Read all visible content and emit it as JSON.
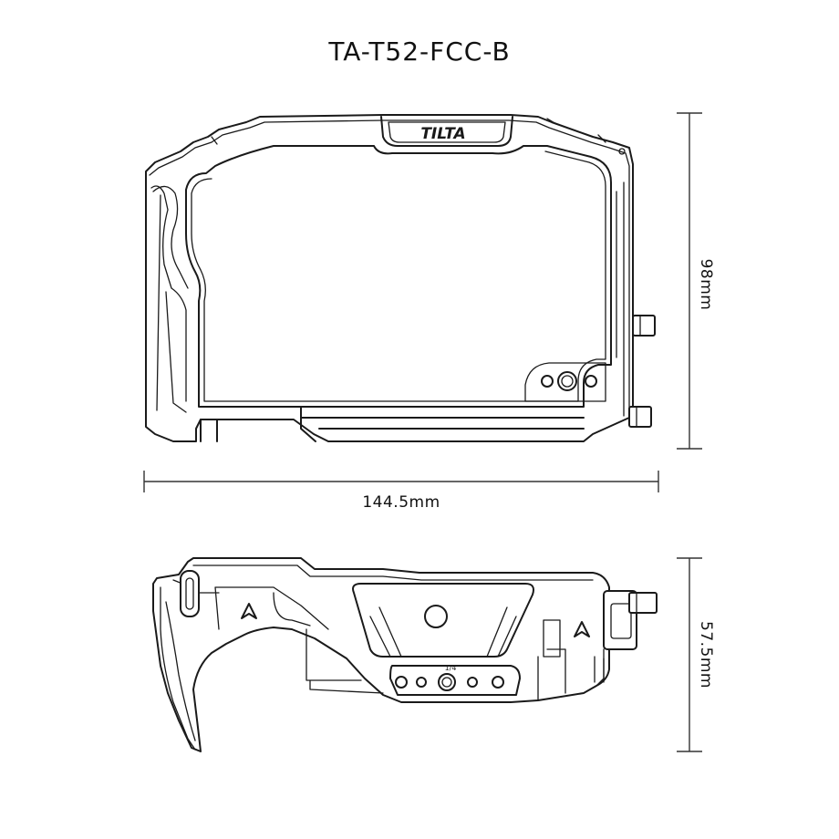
{
  "title": "TA-T52-FCC-B",
  "logo_text": "TILTA",
  "thread_mark": "1/4",
  "dimensions": {
    "width": "144.5mm",
    "height_front": "98mm",
    "height_side": "57.5mm"
  },
  "colors": {
    "line": "#1a1a1a",
    "background": "#ffffff"
  }
}
